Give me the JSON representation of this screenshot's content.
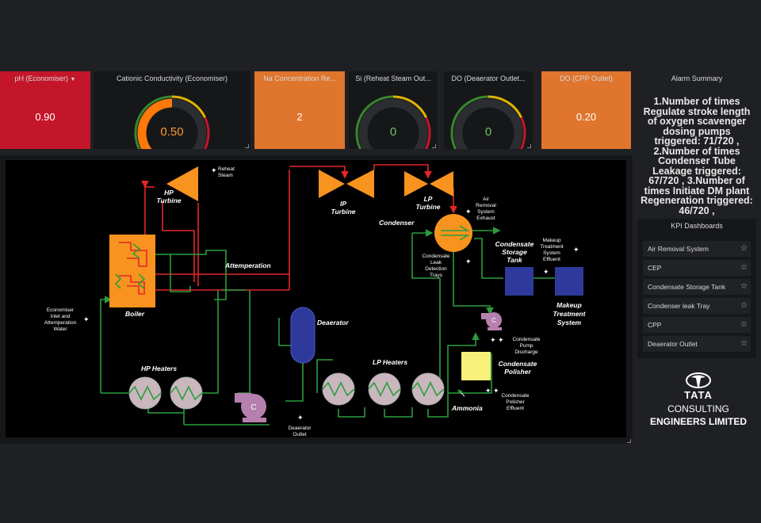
{
  "kpis": [
    {
      "title": "pH (Economiser)",
      "value": "0.90",
      "color": "#c4162a"
    },
    {
      "title": "Cationic Conductivity (Economiser)",
      "value": "0.50",
      "color": "#ff780a",
      "gauge": {
        "fraction": 0.5
      }
    },
    {
      "title": "Na Concentration Re...",
      "value": "2",
      "color": "#e0752d"
    },
    {
      "title": "Si (Reheat Steam Out...",
      "value": "0",
      "color": "#73bf69",
      "gauge": {
        "fraction": 0
      }
    },
    {
      "title": "DO (Deaerator Outlet...",
      "value": "0",
      "color": "#73bf69",
      "gauge": {
        "fraction": 0
      }
    },
    {
      "title": "DO (CPP Outlet)",
      "value": "0.20",
      "color": "#e0752d"
    }
  ],
  "alarm": {
    "title": "Alarm Summary",
    "text": "1.Number of times Regulate stroke length of oxygen scavenger dosing pumps triggered: 71/720 , 2.Number of times Condenser Tube Leakage triggered: 67/720 , 3.Number of times Initiate DM plant Regeneration triggered: 46/720 ,"
  },
  "kpi_dashboards": {
    "title": "KPI Dashboards",
    "items": [
      "Air Removal System",
      "CEP",
      "Condensate Storage Tank",
      "Condenser leak Tray",
      "CPP",
      "Deaerator Outlet"
    ]
  },
  "logo": {
    "brand": "TATA",
    "line1": "CONSULTING",
    "line2": "ENGINEERS LIMITED"
  },
  "diagram": {
    "hp_turbine": "HP\nTurbine",
    "ip_turbine": "IP\nTurbine",
    "lp_turbine": "LP\nTurbine",
    "reheat_steam": "Reheat\nSteam",
    "condenser": "Condenser",
    "attemperation": "Attemperation",
    "boiler": "Boiler",
    "deaerator": "Deaerator",
    "hp_heaters": "HP Heaters",
    "lp_heaters": "LP Heaters",
    "economiser_inlet": "Economiser\nInlet and\nAttemperation\nWater",
    "deaerator_outlet": "Deaerator\nOutlet",
    "air_removal": "Air\nRemoval\nSystem\nExhaust",
    "condensate_leak": "Condensate\nLeak\nDetection\nTrays",
    "condensate_storage": "Condensate\nStorage\nTank",
    "makeup_effluent": "Makeup\nTreatment\nSystem\nEffluent",
    "makeup_system": "Makeup\nTreatment\nSystem",
    "pump_discharge": "Condensate\nPump\nDischarge",
    "condensate_polisher": "Condensate\nPolisher",
    "polisher_effluent": "Condensate\nPolisher\nEffluent",
    "ammonia": "Ammonia"
  }
}
